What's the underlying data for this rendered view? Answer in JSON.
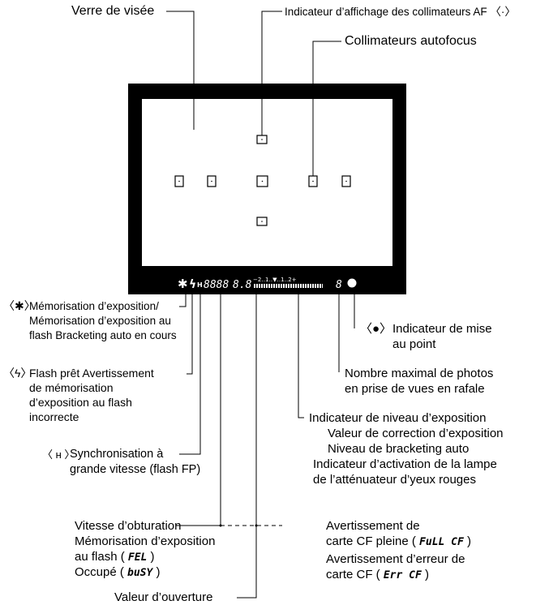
{
  "labels": {
    "verre_visee": "Verre de visée",
    "indicateur_af": "Indicateur d’affichage des collimateurs AF 〈·〉",
    "collimateurs": "Collimateurs autofocus",
    "memo_expo_sym": "〈✱〉",
    "memo_expo": "Mémorisation d’exposition/\nMémorisation d’exposition au\nflash Bracketing auto en cours",
    "flash_sym": "〈ϟ〉",
    "flash": "Flash prêt Avertissement\nde mémorisation\nd’exposition au flash\nincorrecte",
    "sync_sym": "〈 ʜ 〉",
    "sync": "Synchronisation à\ngrande vitesse (flash FP)",
    "mise_point_sym": "〈●〉",
    "mise_point": "Indicateur de mise\nau point",
    "nombre_max": "Nombre maximal de photos\nen prise de vues en rafale",
    "niveau_expo_1": "Indicateur de niveau d’exposition",
    "niveau_expo_2": "Valeur de correction d’exposition",
    "niveau_expo_3": "Niveau de bracketing auto",
    "niveau_expo_4": "Indicateur d’activation de la lampe",
    "niveau_expo_5": "de l’atténuateur d’yeux rouges",
    "vitesse_1": "Vitesse d’obturation",
    "vitesse_2": "Mémorisation d’exposition",
    "vitesse_3": "au flash (",
    "vitesse_3_seg": "FEL",
    "vitesse_3_end": ")",
    "vitesse_4": "Occupé (",
    "vitesse_4_seg": "buSY",
    "vitesse_4_end": ")",
    "cf_1": "Avertissement de",
    "cf_2": "carte CF pleine (",
    "cf_2_seg": "FuLL CF",
    "cf_2_end": ")",
    "cf_3": "Avertissement d’erreur de",
    "cf_4": "carte CF (",
    "cf_4_seg": "Err CF",
    "cf_4_end": ")",
    "ouverture": "Valeur d’ouverture"
  },
  "display": {
    "star": "✱",
    "bolt": "ϟ",
    "h": "H",
    "shutter": "8888",
    "aperture": "8.8",
    "scale": "−2‥1‥▼‥1‥2+",
    "shots": "8"
  },
  "colors": {
    "frame": "#000000",
    "screen": "#ffffff",
    "line": "#000000"
  }
}
